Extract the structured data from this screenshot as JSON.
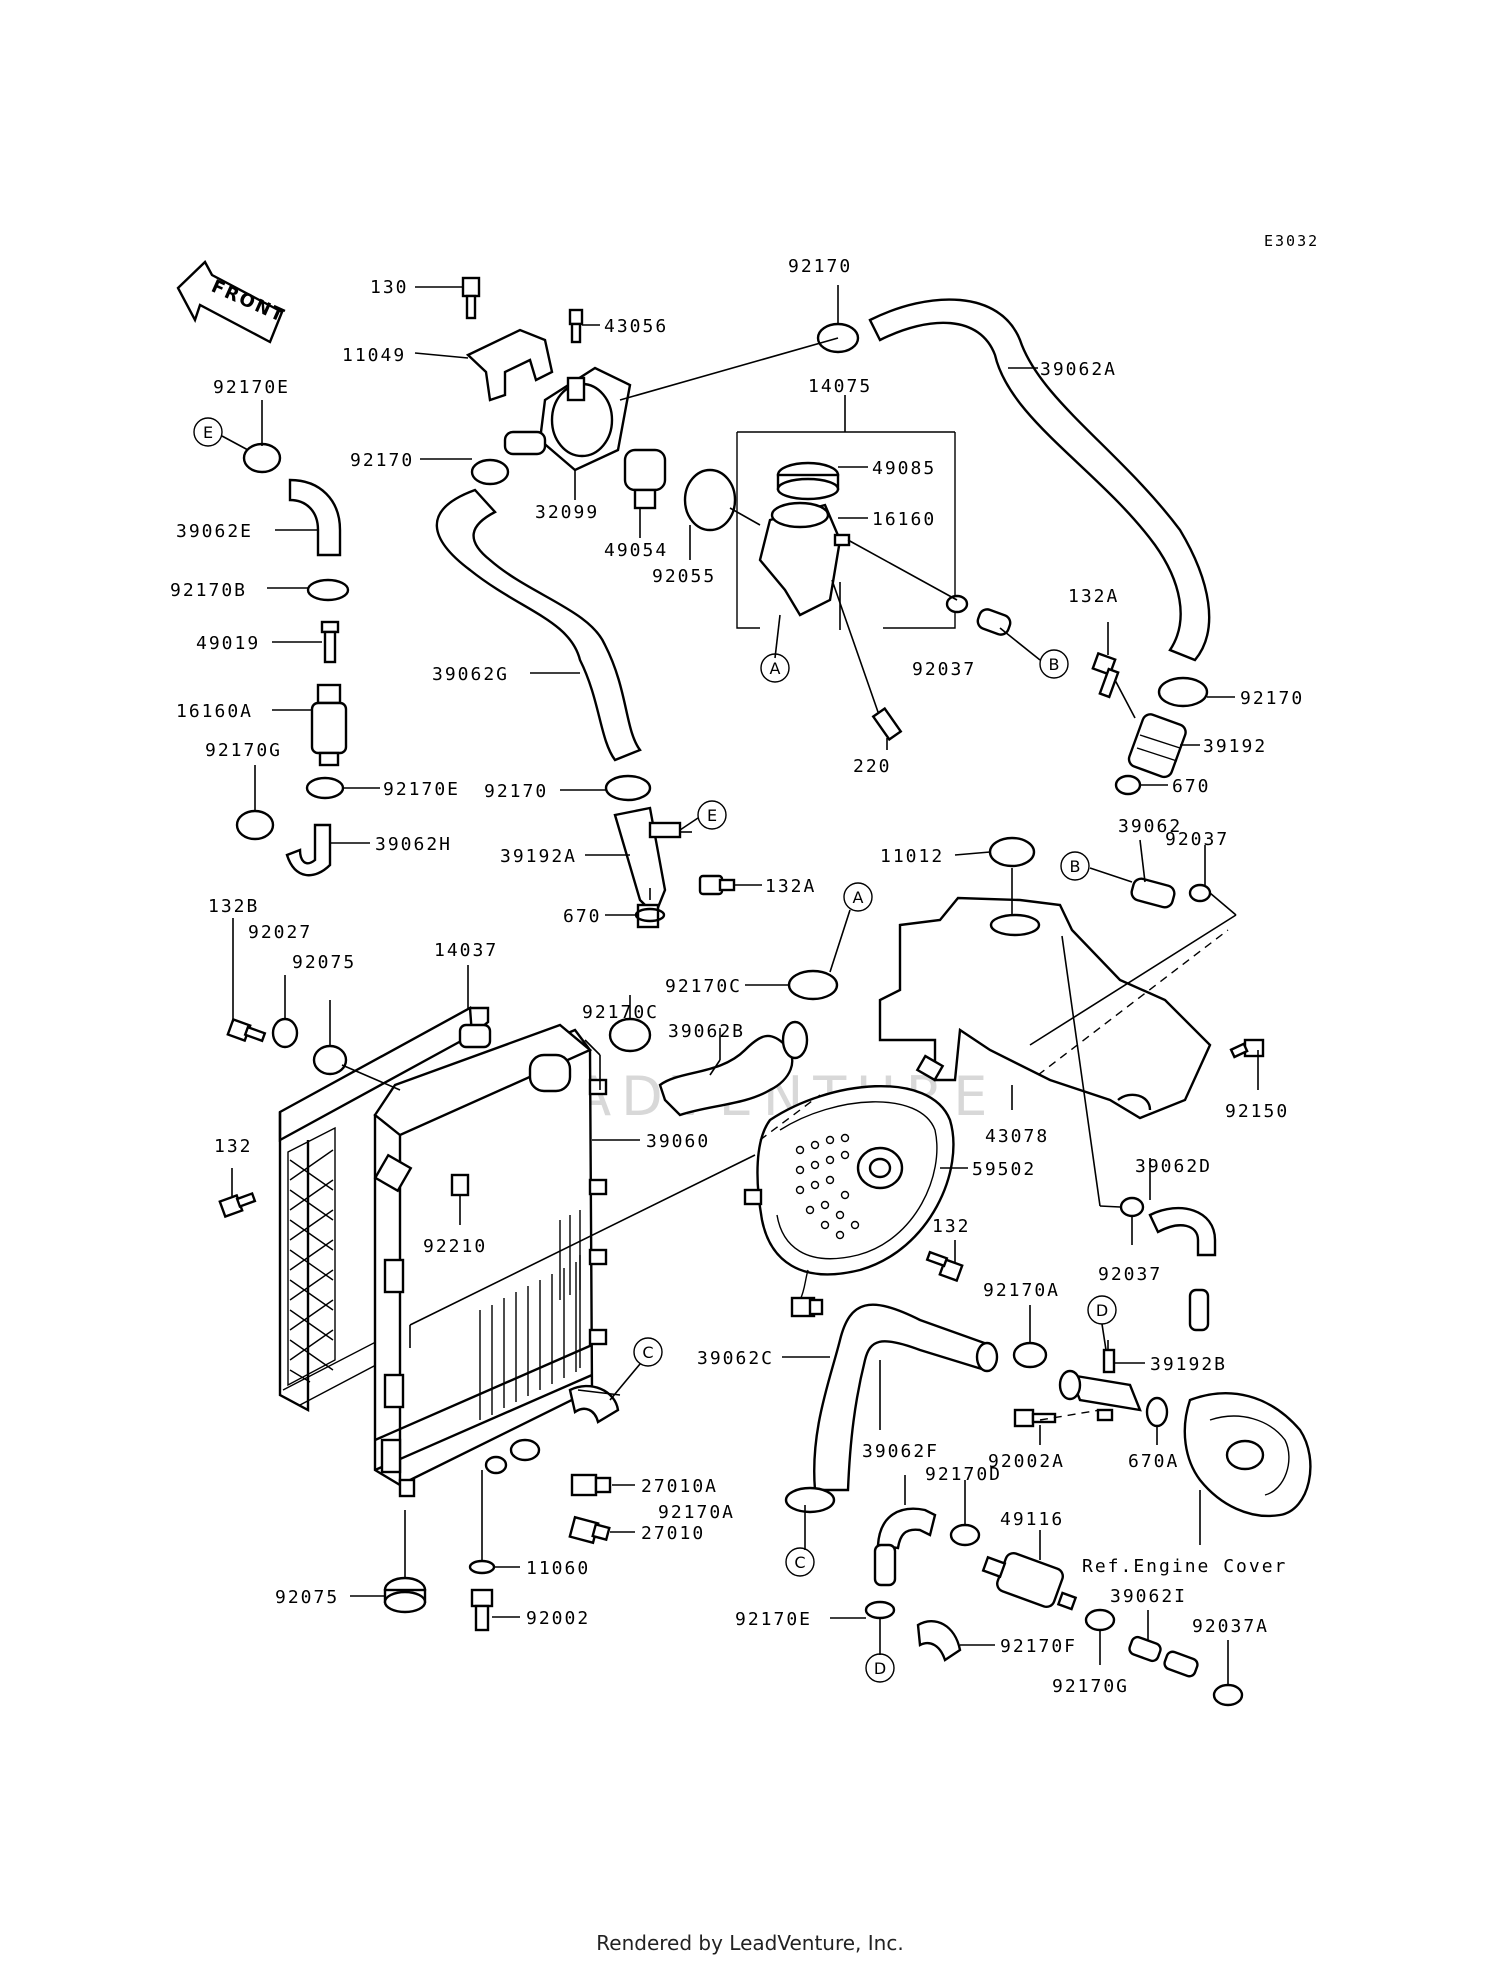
{
  "diagram_code": "E3032",
  "front_label": "FRONT",
  "watermark": "LEADVENTURE",
  "footer": "Rendered by LeadVenture, Inc.",
  "labels": {
    "p130": "130",
    "p11049": "11049",
    "p43056": "43056",
    "p92170_top": "92170",
    "p39062A": "39062A",
    "p14075": "14075",
    "p49085": "49085",
    "p16160": "16160",
    "p92170E_top": "92170E",
    "p92170_left": "92170",
    "p32099": "32099",
    "p49054": "49054",
    "p92055": "92055",
    "p39062E": "39062E",
    "p92170B": "92170B",
    "p49019": "49019",
    "p16160A": "16160A",
    "p92170G_left": "92170G",
    "p92170E_mid": "92170E",
    "p39062H": "39062H",
    "p39062G": "39062G",
    "p92037_top": "92037",
    "p220": "220",
    "p132A_right": "132A",
    "p92170_right": "92170",
    "p39192": "39192",
    "p670_right": "670",
    "p92170_mid": "92170",
    "p39192A": "39192A",
    "p132A_mid": "132A",
    "p670_mid": "670",
    "p11012": "11012",
    "p39062": "39062",
    "p92037_mid": "92037",
    "p132B": "132B",
    "p92027": "92027",
    "p92075_top": "92075",
    "p14037": "14037",
    "p92170C_a": "92170C",
    "p92170C_b": "92170C",
    "p39062B": "39062B",
    "p92150": "92150",
    "p43078": "43078",
    "p132_left": "132",
    "p39060": "39060",
    "p59502": "59502",
    "p39062D": "39062D",
    "p92210": "92210",
    "p132_fan": "132",
    "p92037_low": "92037",
    "p92170A_right": "92170A",
    "p39192B": "39192B",
    "p39062C": "39062C",
    "p92002A": "92002A",
    "p670A": "670A",
    "p39062F": "39062F",
    "p92170D": "92170D",
    "p49116": "49116",
    "p27010A": "27010A",
    "p92170A_low": "92170A",
    "p27010": "27010",
    "p11060": "11060",
    "p92075_low": "92075",
    "p92002": "92002",
    "p92170E_low": "92170E",
    "p92170F": "92170F",
    "p39062I": "39062I",
    "p92037A": "92037A",
    "p92170G_low": "92170G",
    "ref_engine_cover": "Ref.Engine Cover"
  },
  "callouts": {
    "A": "A",
    "B": "B",
    "C": "C",
    "D": "D",
    "E": "E"
  }
}
